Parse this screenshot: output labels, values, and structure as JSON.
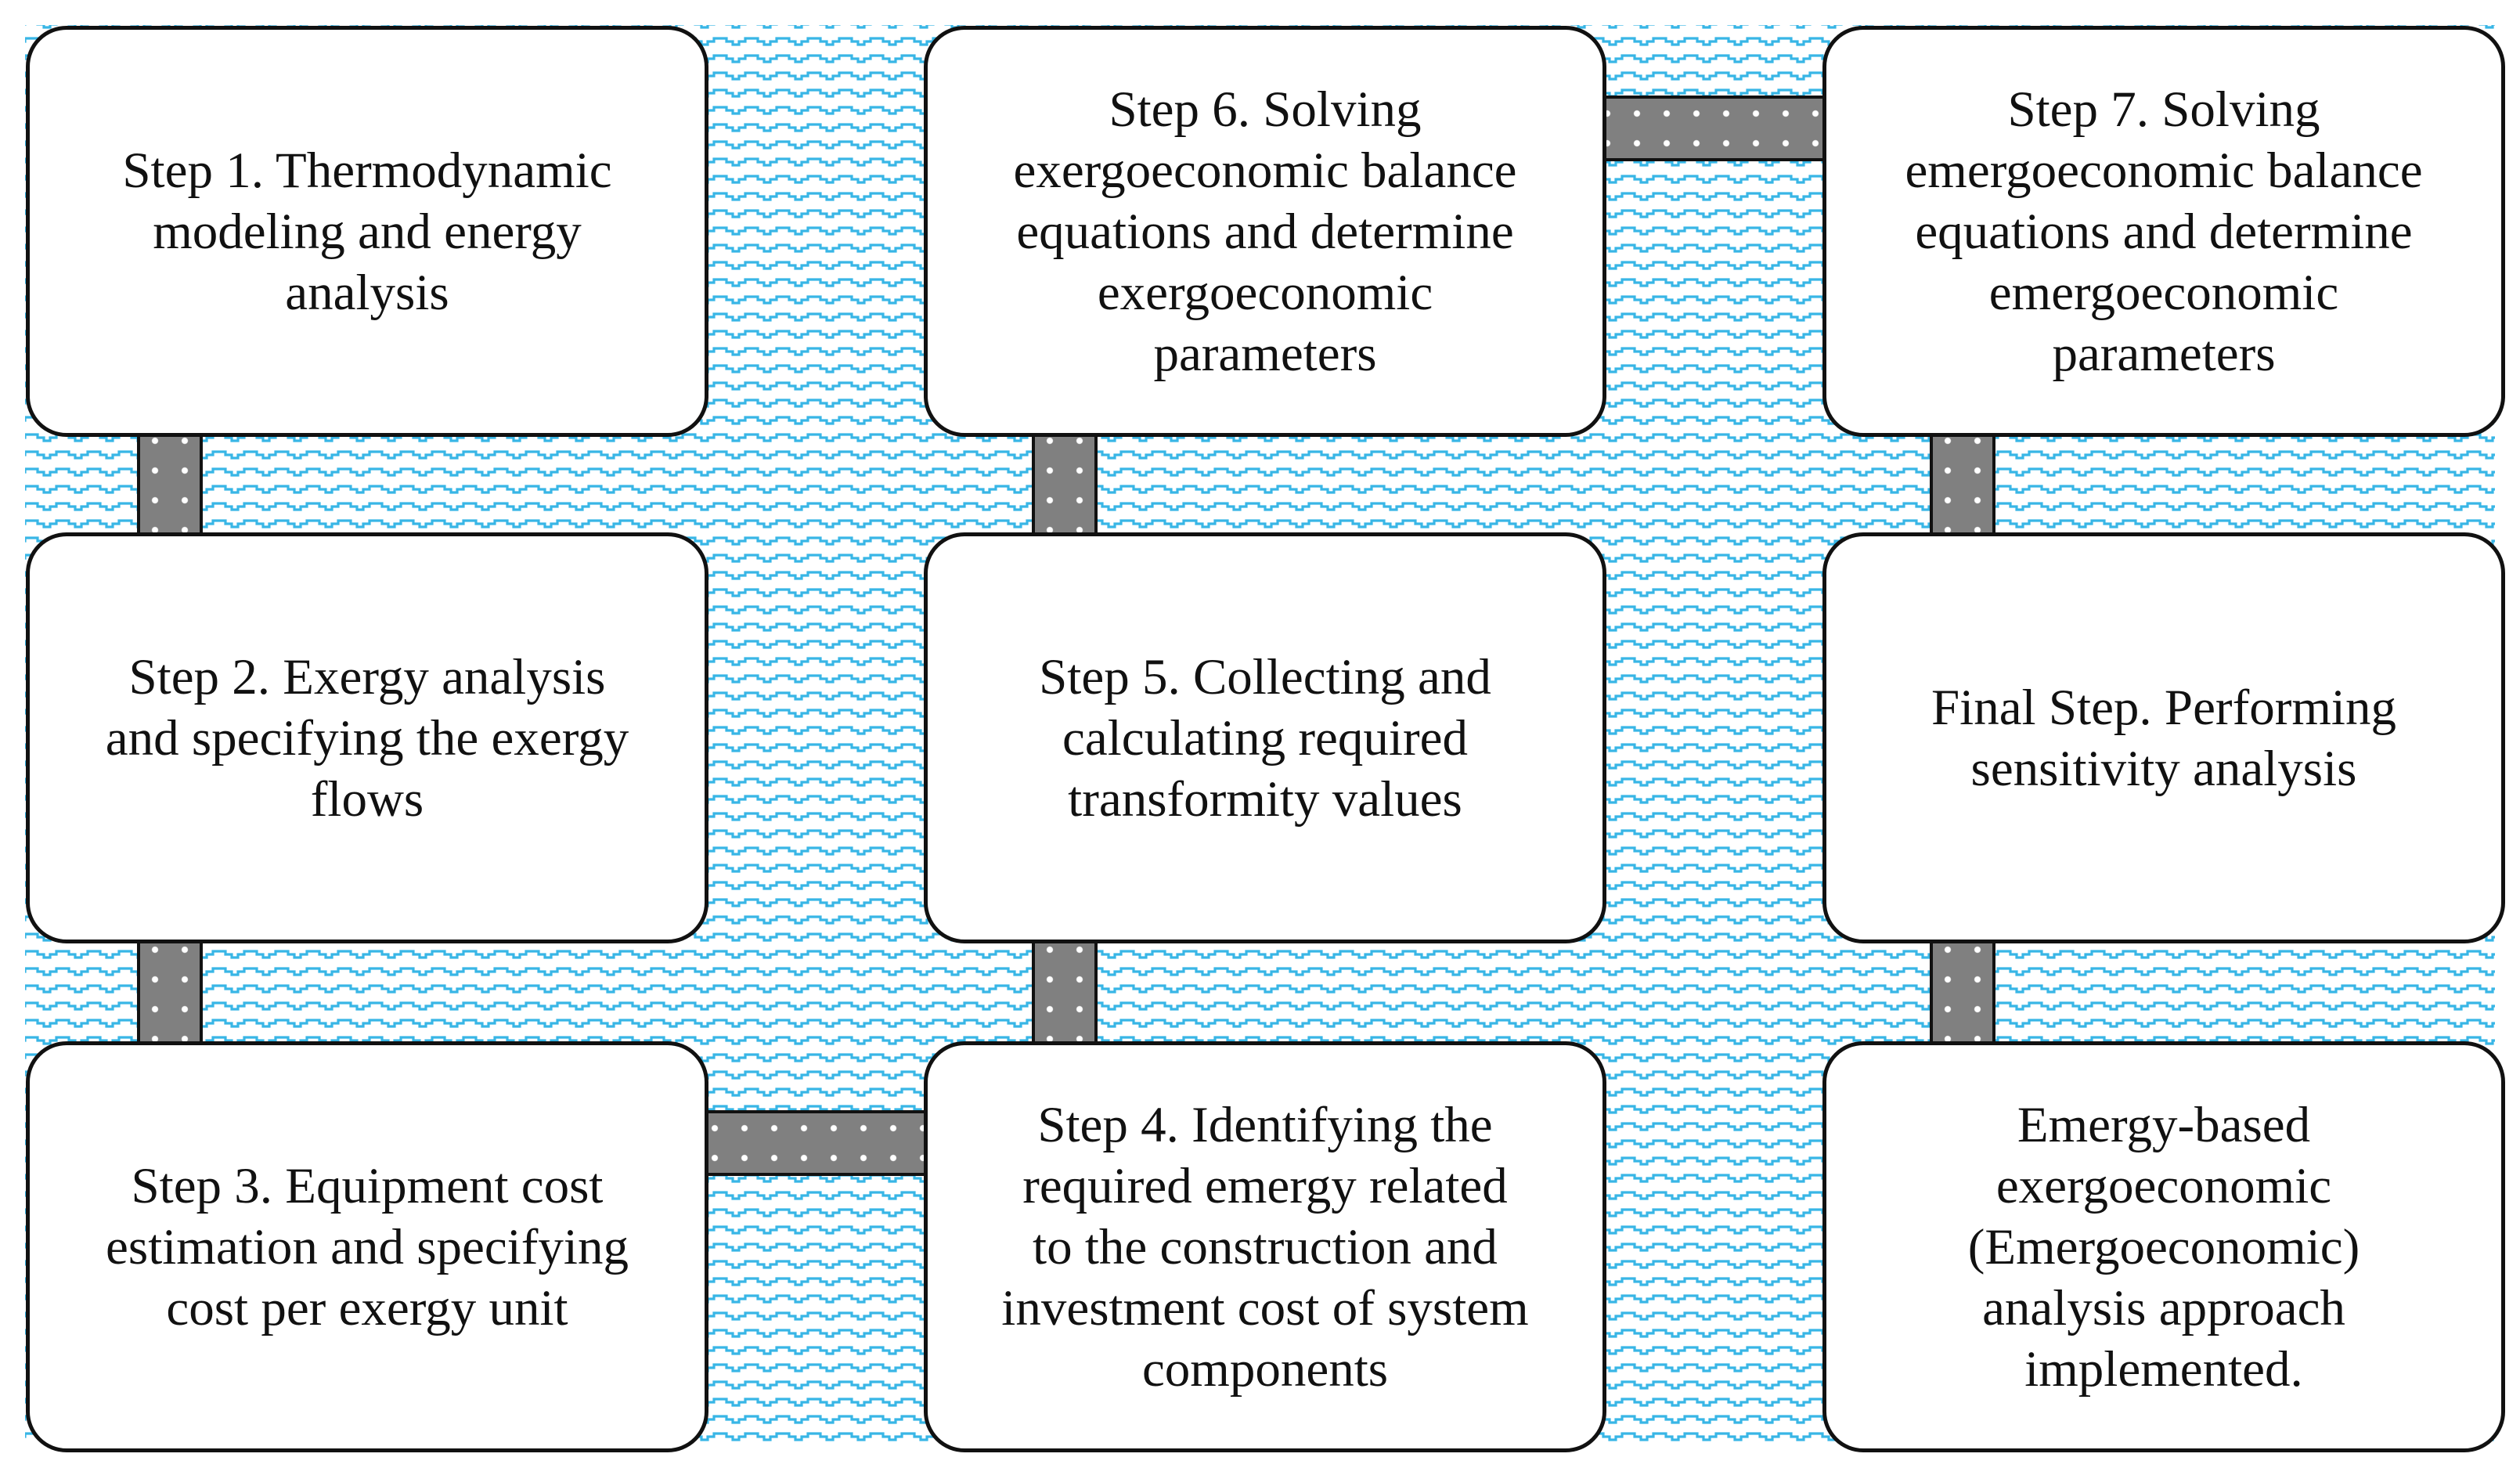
{
  "colors": {
    "pattern_wave": "#38b6e6",
    "pattern_background": "#ffffff",
    "connector_fill": "#808080",
    "connector_dots": "#ffffff",
    "border": "#111111"
  },
  "steps": {
    "step1": "Step 1. Thermodynamic\nmodeling and energy\nanalysis",
    "step2": "Step 2. Exergy analysis\nand specifying the exergy\nflows",
    "step3": "Step 3. Equipment cost\nestimation and specifying\ncost per exergy unit",
    "step4": "Step 4. Identifying the\nrequired emergy related\nto the construction and\ninvestment cost of system\ncomponents",
    "step5": "Step 5. Collecting and\ncalculating required\ntransformity values",
    "step6": "Step 6. Solving\nexergoeconomic balance\nequations and determine\nexergoeconomic\nparameters",
    "step7": "Step 7. Solving\nemergoeconomic balance\nequations and determine\nemergoeconomic\nparameters",
    "final_step": "Final Step. Performing\nsensitivity analysis",
    "result": "Emergy-based\nexergoeconomic\n(Emergoeconomic)\nanalysis approach\nimplemented."
  }
}
